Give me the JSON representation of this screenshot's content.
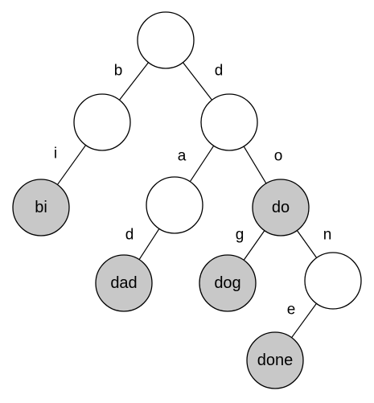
{
  "diagram": {
    "type": "trie",
    "colors": {
      "word_node_fill": "#c8c8c8",
      "empty_node_fill": "#ffffff",
      "stroke": "#000000"
    },
    "nodes": [
      {
        "id": "root",
        "label": "",
        "word": false
      },
      {
        "id": "b",
        "label": "",
        "word": false
      },
      {
        "id": "d",
        "label": "",
        "word": false
      },
      {
        "id": "bi",
        "label": "bi",
        "word": true
      },
      {
        "id": "da",
        "label": "",
        "word": false
      },
      {
        "id": "do",
        "label": "do",
        "word": true
      },
      {
        "id": "dad",
        "label": "dad",
        "word": true
      },
      {
        "id": "dog",
        "label": "dog",
        "word": true
      },
      {
        "id": "don",
        "label": "",
        "word": false
      },
      {
        "id": "done",
        "label": "done",
        "word": true
      }
    ],
    "edges": [
      {
        "from": "root",
        "to": "b",
        "label": "b"
      },
      {
        "from": "root",
        "to": "d",
        "label": "d"
      },
      {
        "from": "b",
        "to": "bi",
        "label": "i"
      },
      {
        "from": "d",
        "to": "da",
        "label": "a"
      },
      {
        "from": "d",
        "to": "do",
        "label": "o"
      },
      {
        "from": "da",
        "to": "dad",
        "label": "d"
      },
      {
        "from": "do",
        "to": "dog",
        "label": "g"
      },
      {
        "from": "do",
        "to": "don",
        "label": "n"
      },
      {
        "from": "don",
        "to": "done",
        "label": "e"
      }
    ]
  }
}
